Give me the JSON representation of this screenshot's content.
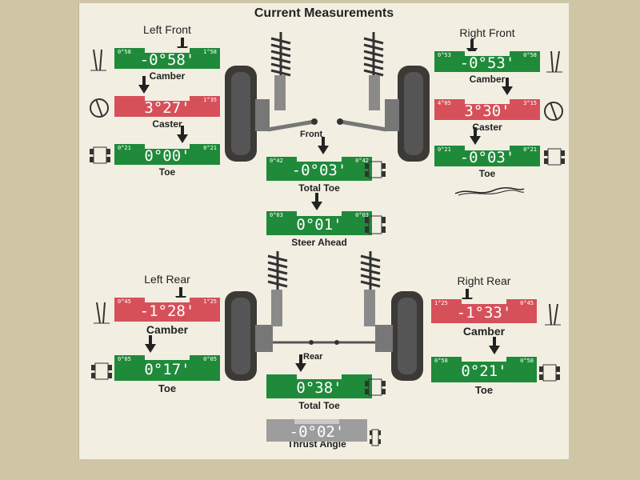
{
  "title": "Current Measurements",
  "axle_labels": {
    "front": "Front",
    "rear": "Rear"
  },
  "measurements": {
    "left_front_camber": {
      "header": "Left Front",
      "value": "-0°58'",
      "label": "Camber",
      "status": "green",
      "limit_left": "0°58",
      "limit_right": "1°58"
    },
    "left_front_caster": {
      "value": "3°27'",
      "label": "Caster",
      "status": "red",
      "limit_left": "",
      "limit_right": "1°35"
    },
    "left_front_toe": {
      "value": "0°00'",
      "label": "Toe",
      "status": "green",
      "limit_left": "0°21",
      "limit_right": "0°21"
    },
    "right_front_camber": {
      "header": "Right Front",
      "value": "-0°53'",
      "label": "Camber",
      "status": "green",
      "limit_left": "0°53",
      "limit_right": "0°58"
    },
    "right_front_caster": {
      "value": "3°30'",
      "label": "Caster",
      "status": "red",
      "limit_left": "4°05",
      "limit_right": "3°15"
    },
    "right_front_toe": {
      "value": "-0°03'",
      "label": "Toe",
      "status": "green",
      "limit_left": "0°21",
      "limit_right": "0°21"
    },
    "front_total_toe": {
      "value": "-0°03'",
      "label": "Total Toe",
      "status": "green",
      "limit_left": "0°42",
      "limit_right": "0°42"
    },
    "steer_ahead": {
      "value": "0°01'",
      "label": "Steer Ahead",
      "status": "green",
      "limit_left": "0°03",
      "limit_right": "0°03"
    },
    "left_rear_camber": {
      "header": "Left Rear",
      "value": "-1°28'",
      "label": "Camber",
      "status": "red",
      "limit_left": "0°45",
      "limit_right": "1°25"
    },
    "left_rear_toe": {
      "value": "0°17'",
      "label": "Toe",
      "status": "green",
      "limit_left": "0°05",
      "limit_right": "0°05"
    },
    "right_rear_camber": {
      "header": "Right Rear",
      "value": "-1°33'",
      "label": "Camber",
      "status": "red",
      "limit_left": "1°25",
      "limit_right": "0°45"
    },
    "right_rear_toe": {
      "value": "0°21'",
      "label": "Toe",
      "status": "green",
      "limit_left": "0°58",
      "limit_right": "0°58"
    },
    "rear_total_toe": {
      "value": "0°38'",
      "label": "Total Toe",
      "status": "green",
      "limit_left": "",
      "limit_right": ""
    },
    "thrust_angle": {
      "value": "-0°02'",
      "label": "Thrust Angle",
      "status": "gray",
      "limit_left": "",
      "limit_right": ""
    }
  },
  "colors": {
    "green": "#1f8a3a",
    "red": "#d6505a",
    "gray": "#9d9d9d"
  },
  "icons": [
    "camber-gauge-icon",
    "caster-wheel-icon",
    "toe-car-icon",
    "strut-spring-icon",
    "wheel-tire-icon"
  ]
}
